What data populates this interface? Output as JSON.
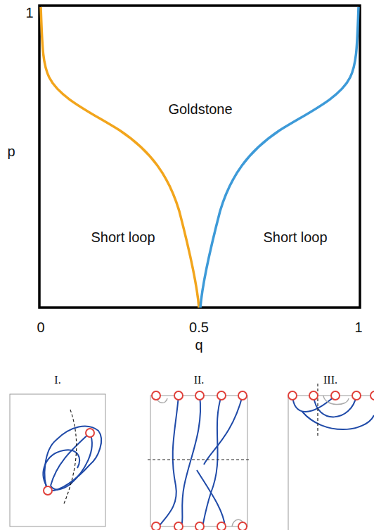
{
  "diagram": {
    "labels": [
      "1",
      "p",
      "Goldstone",
      "Short loop",
      "Short loop",
      "0",
      "0.5",
      "1",
      "q",
      "I.",
      "II.",
      "III."
    ]
  }
}
